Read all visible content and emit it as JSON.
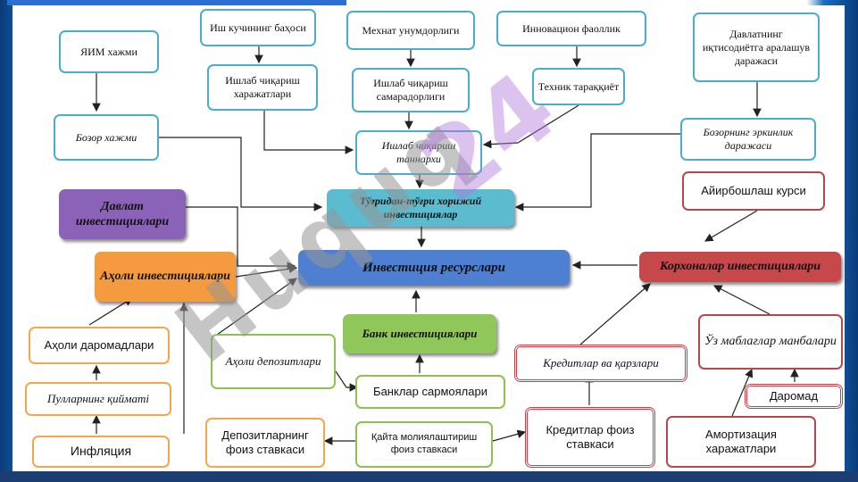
{
  "nodes": {
    "yaim": "ЯИМ хажми",
    "ish_kuch": "Иш кучининг баҳоси",
    "mehnat": "Мехнат унумдорлиги",
    "innov": "Инновацион фаоллик",
    "davlat_iqtisod": "Давлатнинг иқтисодиётга аралашув даражаси",
    "bozor_hajmi": "Бозор хажми",
    "ishlab_xarajat": "Ишлаб чиқариш харажатлари",
    "ishlab_samara": "Ишлаб чиқариш самарадорлиги",
    "texnik": "Техник тараққиёт",
    "tannarx": "Ишлаб чиқариш таннархи",
    "bozor_erkin": "Бозорнинг эркинлик даражаси",
    "davlat_inv": "Давлат инвестициялари",
    "togridan": "Тўғридан-тўғри хорижий инвестициялар",
    "airbosh": "Айирбошлаш курси",
    "aholi_inv": "Аҳоли инвестициялари",
    "inv_res": "Инвестиция ресурслари",
    "korxona_inv": "Корхоналар инвестициялари",
    "bank_inv": "Банк инвестициялари",
    "aholi_daromad": "Аҳоли даромадлари",
    "aholi_depozit": "Аҳоли депозитлари",
    "kredit_qarz": "Кредитлар ва қарзлари",
    "oz_mablag": "Ўз маблағлар манбалари",
    "pul_qiymat": "Пулларнинг қийматі",
    "banklar_sarmoya": "Банклар сармоялари",
    "daromad": "Даромад",
    "inflyatsiya": "Инфляция",
    "depozit_foiz": "Депозитларнинг фоиз ставкаси",
    "qayta_moliya": "Қайта молиялаштириш фоиз ставкаси",
    "kredit_foiz": "Кредитлар фоиз ставкаси",
    "amortizatsiya": "Амортизация харажатлари"
  },
  "watermark": {
    "left": "Huquq",
    "right": "24"
  },
  "colors": {
    "blue": "#4aaec9",
    "orange": "#f5a64a",
    "green": "#8dc24e",
    "red": "#b8474c",
    "purple": "#8a63b8",
    "teal": "#5bbcd0",
    "royal": "#4e7fd0",
    "bank_green": "#90c75a",
    "korxona_red": "#c6484b"
  }
}
